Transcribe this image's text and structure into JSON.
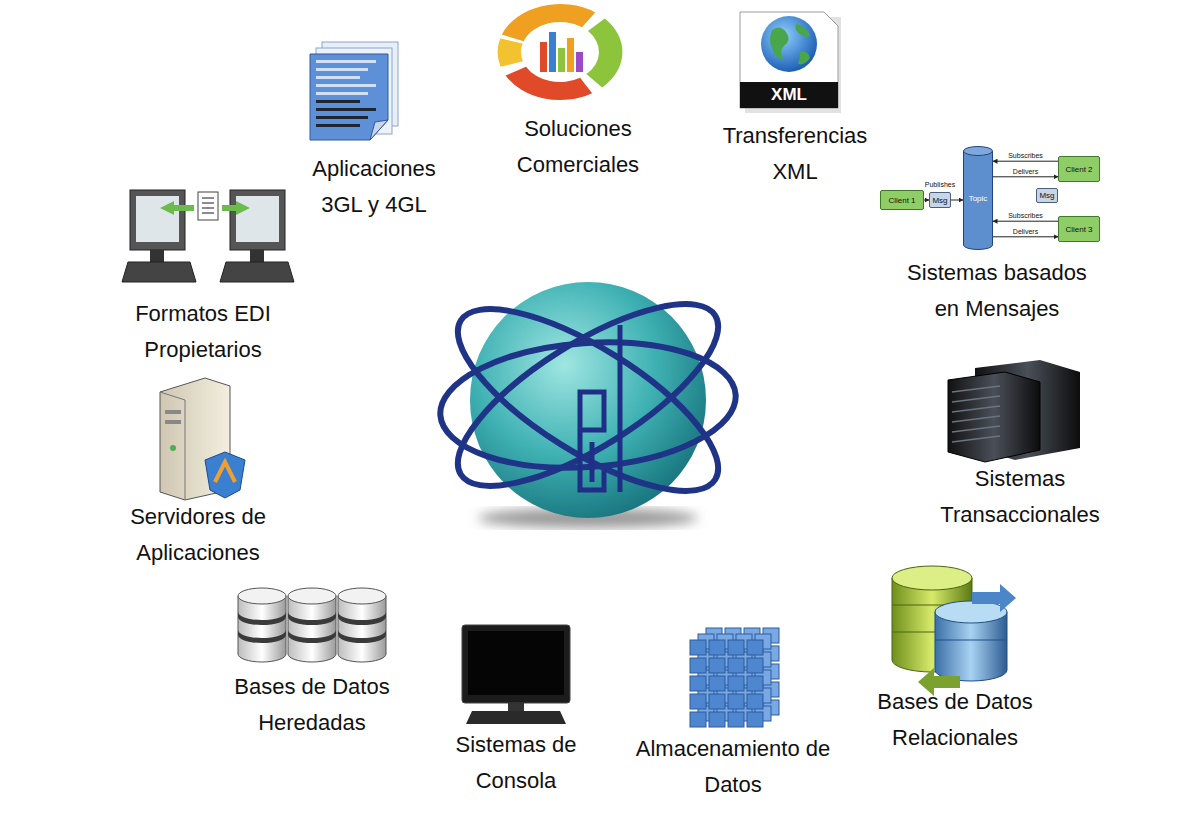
{
  "diagram": {
    "nodes": [
      {
        "text": [
          "Client 1"
        ]
      },
      {
        "text": [
          "Msg"
        ]
      },
      {
        "text": [
          "Topic"
        ]
      },
      {
        "text": [
          "Msg"
        ]
      },
      {
        "text": [
          "Client 2"
        ]
      },
      {
        "text": [
          "Client 3"
        ]
      }
    ],
    "edges": [
      {
        "from": 0,
        "to": 1,
        "arrow": "to"
      },
      {
        "from": 1,
        "to": 2,
        "label": "Publishes",
        "arrow": "to"
      },
      {
        "from": 4,
        "to": 2,
        "label": "Subscribes",
        "arrow": "to"
      },
      {
        "from": 2,
        "to": 4,
        "label": "Delivers",
        "arrow": "to"
      },
      {
        "from": 5,
        "to": 2,
        "label": "Subscribes",
        "arrow": "to"
      },
      {
        "from": 2,
        "to": 5,
        "label": "Delivers",
        "arrow": "to"
      }
    ],
    "labels": [
      "Aplicaciones 3GL y 4GL",
      "Soluciones Comerciales",
      "XML",
      "Transferencias XML",
      "Formatos EDI Propietarios",
      "Sistemas basados en Mensajes",
      "Servidores de Aplicaciones",
      "Sistemas Transaccionales",
      "Bases de Datos Heredadas",
      "Sistemas de Consola",
      "Almacenamiento de Datos",
      "Bases de Datos Relacionales"
    ]
  }
}
